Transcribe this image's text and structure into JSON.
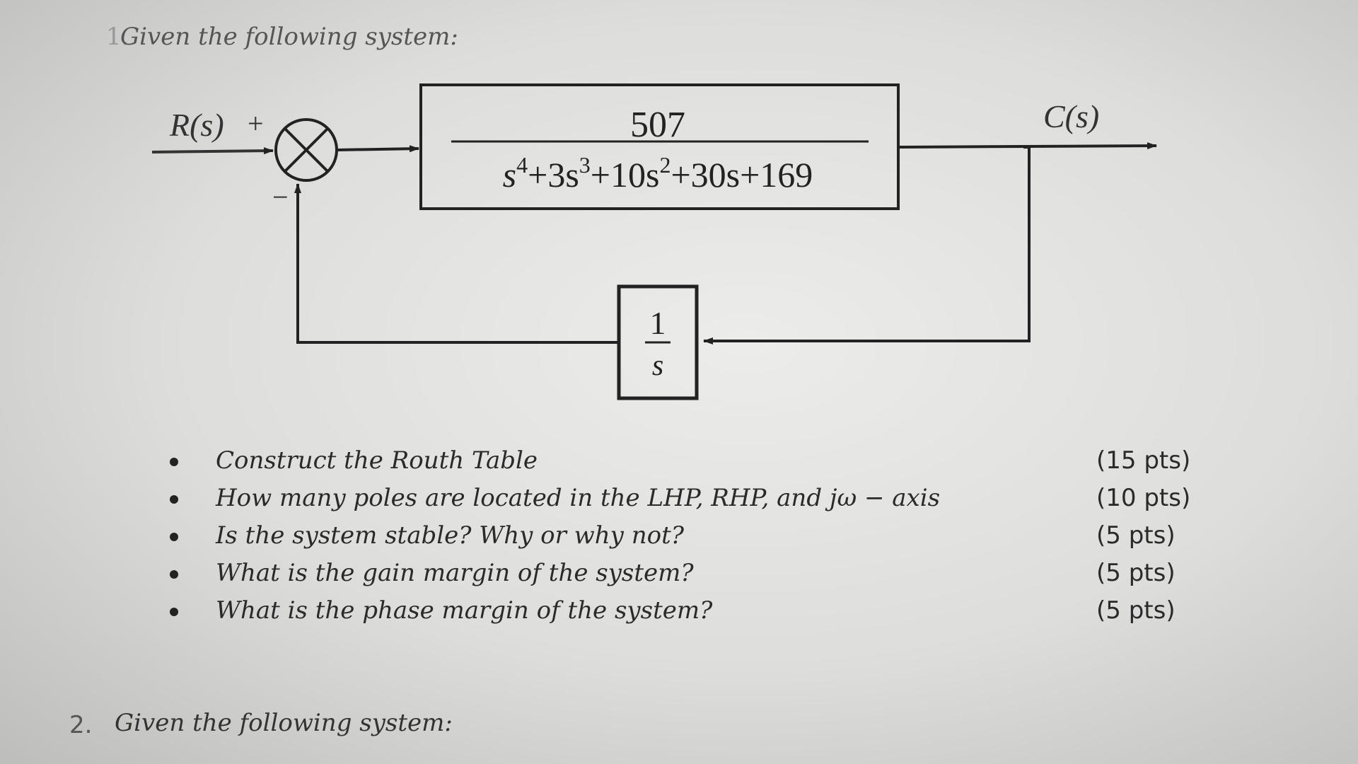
{
  "question1": {
    "number": "1.",
    "heading": "Given the following system:",
    "diagram": {
      "input_label": "R(s)",
      "plus_sign": "+",
      "minus_sign": "−",
      "output_label": "C(s)",
      "forward_numerator": "507",
      "forward_denominator": {
        "s4_base": "s",
        "s4_exp": "4",
        "term2": "+3s",
        "term2_exp": "3",
        "term3": "+10s",
        "term3_exp": "2",
        "term4": "+30s+169"
      },
      "feedback_numerator": "1",
      "feedback_denominator": "s"
    },
    "tasks": [
      {
        "text": "Construct the Routh Table",
        "points": "(15 pts)"
      },
      {
        "text": "How many poles are located in the LHP, RHP, and jω − axis",
        "points": "(10 pts)"
      },
      {
        "text": "Is the system stable? Why or why not?",
        "points": "(5 pts)"
      },
      {
        "text": "What is the gain margin of the system?",
        "points": "(5 pts)"
      },
      {
        "text": "What is the phase margin of the system?",
        "points": "(5 pts)"
      }
    ]
  },
  "question2": {
    "number": "2.",
    "heading": "Given the following system:"
  }
}
